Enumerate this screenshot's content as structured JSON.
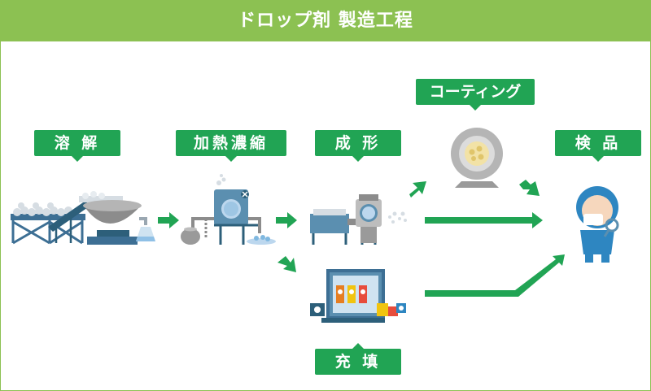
{
  "title": "ドロップ剤 製造工程",
  "steps": {
    "dissolve": "溶 解",
    "concentrate": "加熱濃縮",
    "forming": "成 形",
    "coating": "コーティング",
    "filling": "充 填",
    "inspection": "検 品"
  },
  "colors": {
    "header": "#8cc152",
    "tag": "#21a454",
    "arrow": "#21a454",
    "machine_body": "#5b8fb0",
    "machine_dark": "#2d5f7a",
    "pot": "#8c8c8c"
  }
}
